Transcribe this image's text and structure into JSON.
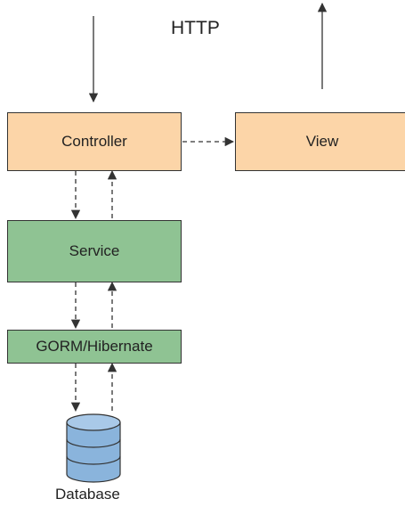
{
  "diagram": {
    "protocol_label": "HTTP",
    "nodes": {
      "controller": {
        "label": "Controller",
        "fill": "#fcd5a8"
      },
      "view": {
        "label": "View",
        "fill": "#fcd5a8"
      },
      "service": {
        "label": "Service",
        "fill": "#8fc393"
      },
      "gorm": {
        "label": "GORM/Hibernate",
        "fill": "#8fc393"
      },
      "database": {
        "label": "Database",
        "fill": "#8ab4dc",
        "icon": "database-cylinder-icon"
      }
    },
    "edge_color": "#333333"
  }
}
